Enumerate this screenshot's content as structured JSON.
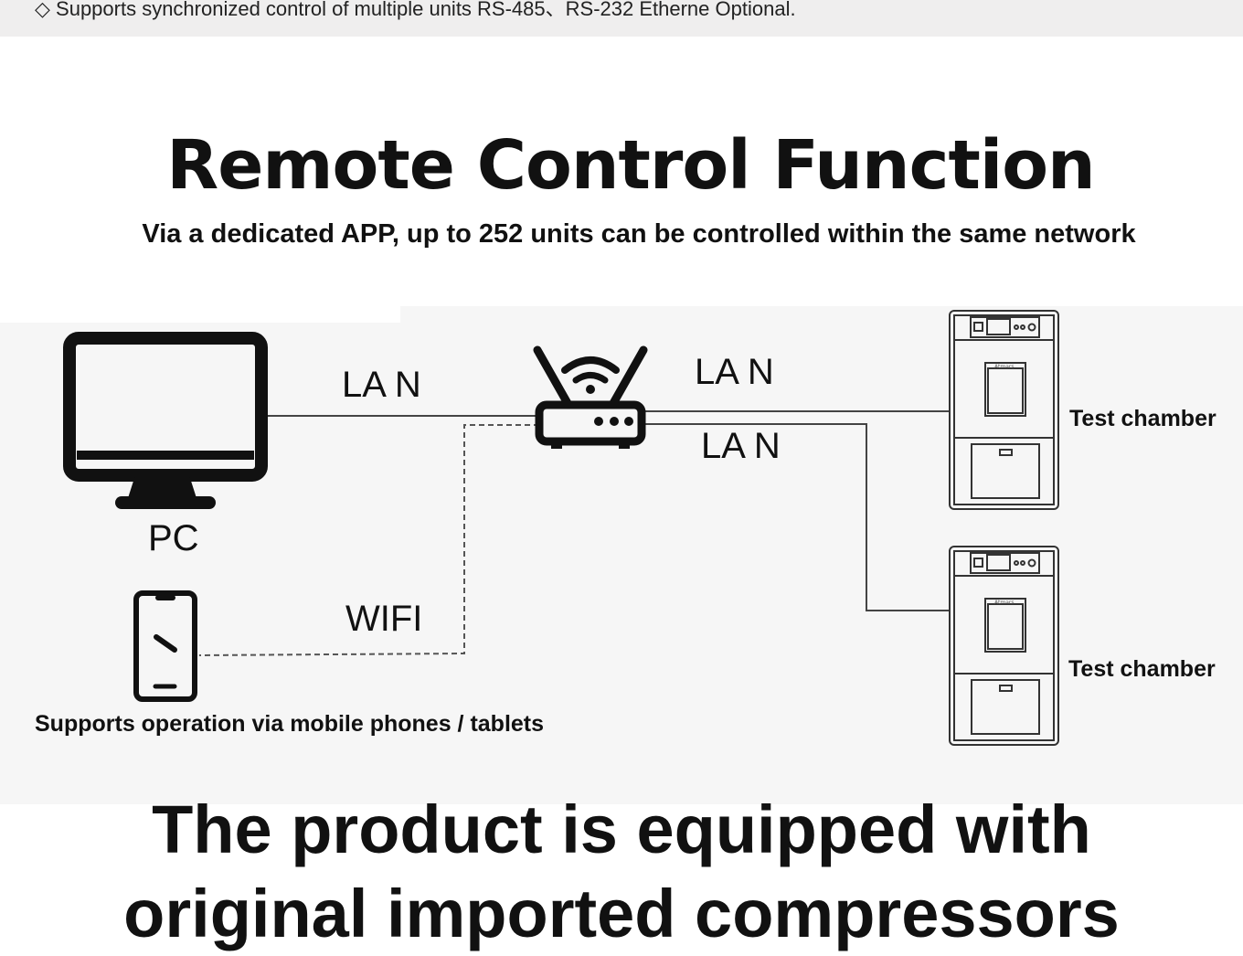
{
  "top_note": "◇ Supports synchronized control of multiple units RS-485、RS-232  Etherne Optional.",
  "heading": "Remote Control Function",
  "subheading": "Via a dedicated APP, up to 252 units can be controlled within the same network",
  "diagram": {
    "pc_label": "PC",
    "lan_pc": "LA N",
    "lan_top": "LA N",
    "lan_bottom": "LA N",
    "wifi": "WIFI",
    "mobile_note": "Supports operation via mobile phones / tablets",
    "chamber_1": "Test chamber",
    "chamber_2": "Test chamber",
    "chamber_brand": "Atmars"
  },
  "bottom_heading_line1": "The product is equipped with",
  "bottom_heading_line2": "original imported compressors"
}
